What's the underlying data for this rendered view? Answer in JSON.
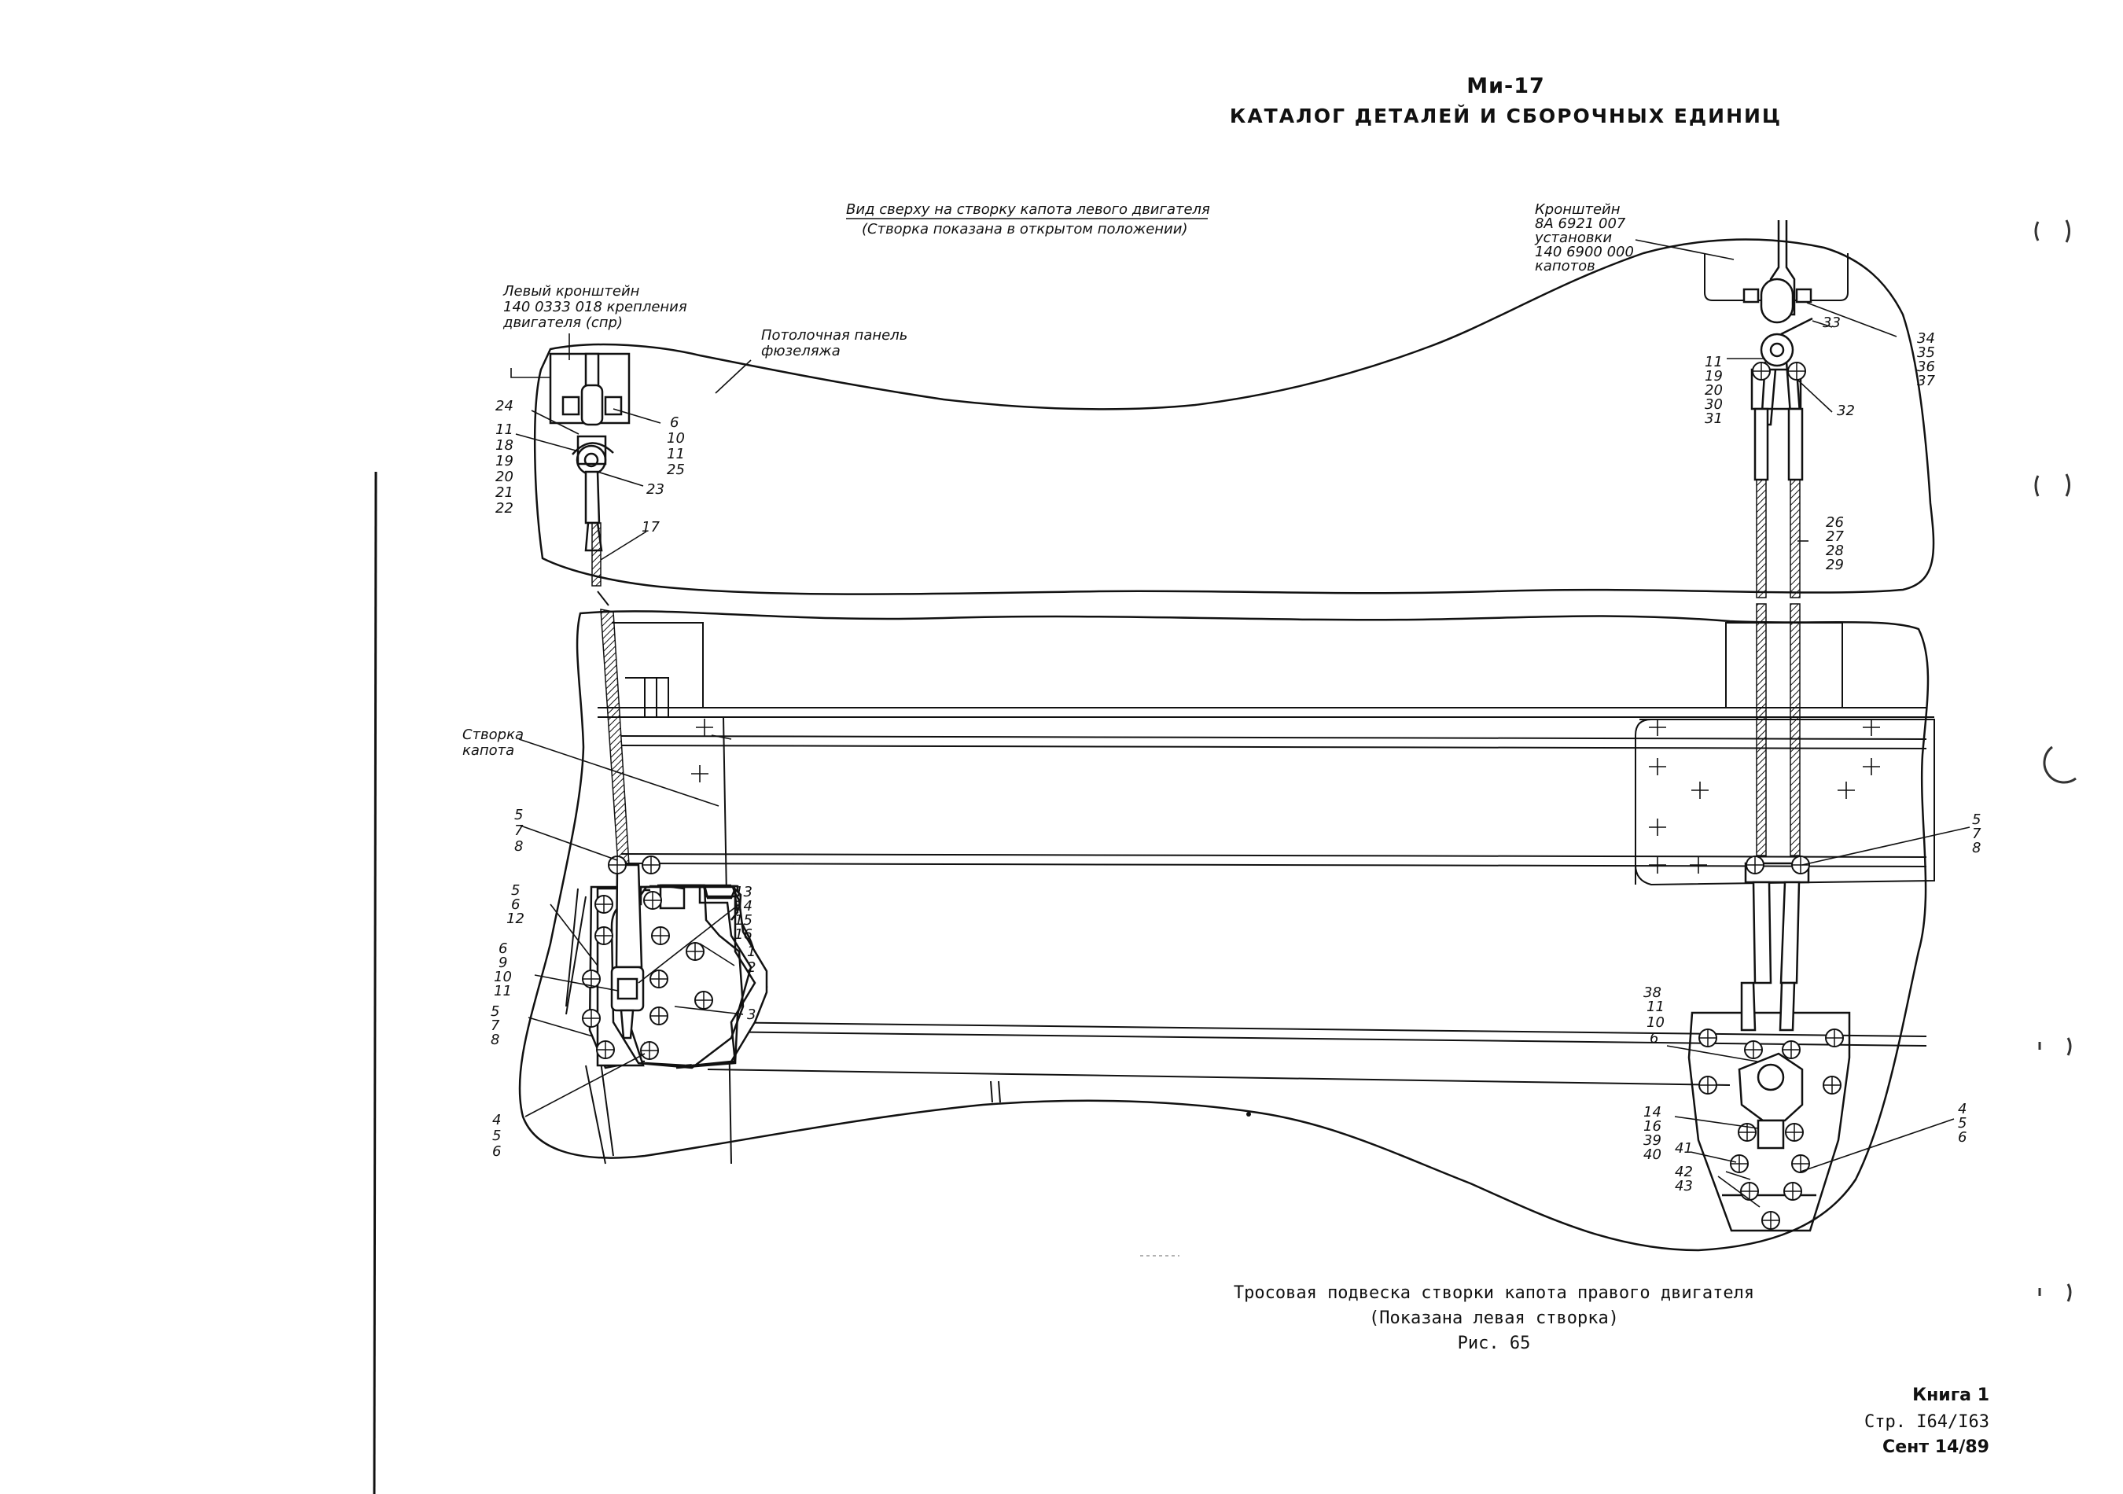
{
  "header": {
    "title": "Ми-17",
    "subtitle": "КАТАЛОГ ДЕТАЛЕЙ И СБОРОЧНЫХ ЕДИНИЦ"
  },
  "notes": {
    "top_view_line1": "Вид сверху на створку капота левого двигателя",
    "top_view_line2": "(Створка показана в открытом положении)",
    "left_bracket_line1": "Левый кронштейн",
    "left_bracket_line2": "140 0333 018 крепления",
    "left_bracket_line3": "двигателя (спр)",
    "ceiling_line1": "Потолочная панель",
    "ceiling_line2": "фюзеляжа",
    "bracket_line1": "Кронштейн",
    "bracket_line2": "8А 6921 007",
    "bracket_line3": "установки",
    "bracket_line4": "140 6900 000",
    "bracket_line5": "капотов",
    "flap_line1": "Створка",
    "flap_line2": "капота"
  },
  "callouts": {
    "c24": "24",
    "c11a": "11",
    "c18": "18",
    "c19a": "19",
    "c20a": "20",
    "c21": "21",
    "c22": "22",
    "c6a": "6",
    "c10a": "10",
    "c11b": "11",
    "c25": "25",
    "c23": "23",
    "c17": "17",
    "c5a": "5",
    "c7a": "7",
    "c8a": "8",
    "c5b": "5",
    "c6b": "6",
    "c12": "12",
    "c6c": "6",
    "c9": "9",
    "c10b": "10",
    "c11c": "11",
    "c5c": "5",
    "c7c": "7",
    "c8c": "8",
    "c4a": "4",
    "c5d": "5",
    "c6d": "6",
    "c13": "13",
    "c14a": "14",
    "c15": "15",
    "c16a": "16",
    "c1": "1",
    "c2": "2",
    "c3": "3",
    "c33": "33",
    "c34": "34",
    "c35": "35",
    "c36": "36",
    "c37": "37",
    "c11d": "11",
    "c19b": "19",
    "c20b": "20",
    "c30": "30",
    "c31": "31",
    "c32": "32",
    "c26": "26",
    "c27": "27",
    "c28": "28",
    "c29": "29",
    "c5e": "5",
    "c7e": "7",
    "c8e": "8",
    "c38": "38",
    "c11e": "11",
    "c10e": "10",
    "c6e": "6",
    "c14b": "14",
    "c16b": "16",
    "c39": "39",
    "c40": "40",
    "c41": "41",
    "c42": "42",
    "c43": "43",
    "c4b": "4",
    "c5f": "5",
    "c6f": "6"
  },
  "caption": {
    "line1": "Тросовая подвеска створки капота правого двигателя",
    "line2": "(Показана левая створка)",
    "line3": "Рис. 65"
  },
  "footer": {
    "book": "Книга 1",
    "page": "Стр. I64/I63",
    "date": "Сент 14/89"
  }
}
